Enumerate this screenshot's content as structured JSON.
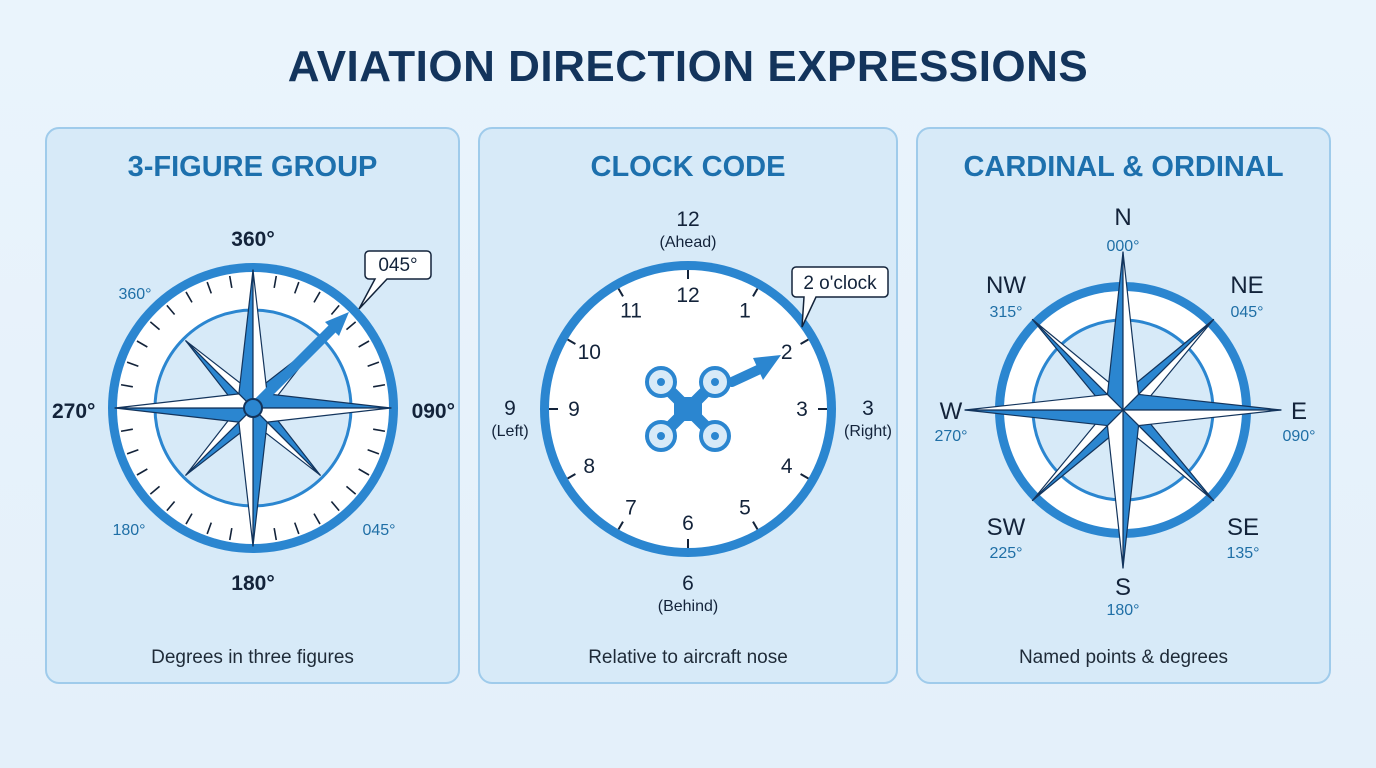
{
  "title": "AVIATION DIRECTION EXPRESSIONS",
  "colors": {
    "primary_blue": "#2b86d0",
    "dark_navy": "#13345c",
    "panel_bg": "#d7eaf8",
    "accent_blue": "#1d70ad"
  },
  "panels": [
    {
      "title": "3-FIGURE GROUP",
      "caption": "Degrees in three figures",
      "labels": {
        "top": "360°",
        "bottom": "180°",
        "left": "270°",
        "right": "090°",
        "top_left_small": "360°",
        "bottom_left_small": "180°",
        "bottom_right_small": "045°"
      },
      "callout": "045°",
      "icons": [
        "compass-rose-icon",
        "arrow-icon"
      ]
    },
    {
      "title": "CLOCK CODE",
      "caption": "Relative to aircraft nose",
      "outer_labels": {
        "top": "12",
        "top_sub": "(Ahead)",
        "bottom": "6",
        "bottom_sub": "(Behind)",
        "left": "9",
        "left_sub": "(Left)",
        "right": "3",
        "right_sub": "(Right)"
      },
      "clock_numbers": [
        "12",
        "1",
        "2",
        "3",
        "4",
        "5",
        "6",
        "7",
        "8",
        "9",
        "10",
        "11"
      ],
      "callout": "2 o'clock",
      "icons": [
        "clock-face-icon",
        "drone-icon",
        "arrow-icon"
      ]
    },
    {
      "title": "CARDINAL & ORDINAL",
      "caption": "Named points & degrees",
      "points": [
        {
          "name": "N",
          "deg": "000°"
        },
        {
          "name": "NE",
          "deg": "045°"
        },
        {
          "name": "E",
          "deg": "090°"
        },
        {
          "name": "SE",
          "deg": "135°"
        },
        {
          "name": "S",
          "deg": "180°"
        },
        {
          "name": "SW",
          "deg": "225°"
        },
        {
          "name": "W",
          "deg": "270°"
        },
        {
          "name": "NW",
          "deg": "315°"
        }
      ],
      "icons": [
        "compass-rose-icon"
      ]
    }
  ]
}
